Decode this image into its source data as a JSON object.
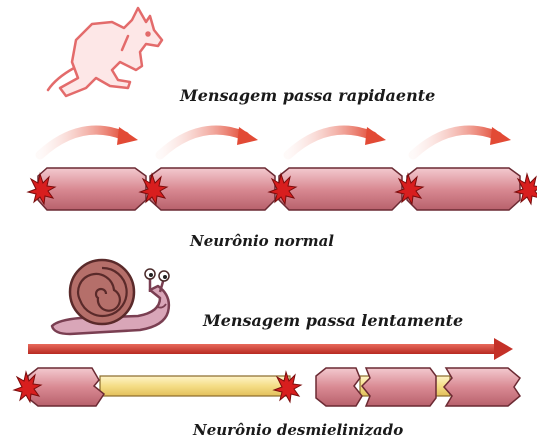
{
  "captions": {
    "fast_message": "Mensagem passa rapidaente",
    "normal_neuron": "Neurônio normal",
    "slow_message": "Mensagem passa lentamente",
    "demyelinated_neuron": "Neurônio desmielinizado"
  },
  "icons": {
    "top_animal": "kangaroo-icon",
    "bottom_animal": "snail-icon"
  },
  "colors": {
    "myelin": "#d7868f",
    "myelin_dark": "#8e3a44",
    "node": "#d81e1e",
    "axon_exposed": "#f5e08a",
    "arrow_fast": "#d8392b",
    "arrow_slow": "#cf3a32",
    "kangaroo": "#e88a8a",
    "snail_shell": "#b06b66",
    "snail_body": "#d9a6b8"
  }
}
